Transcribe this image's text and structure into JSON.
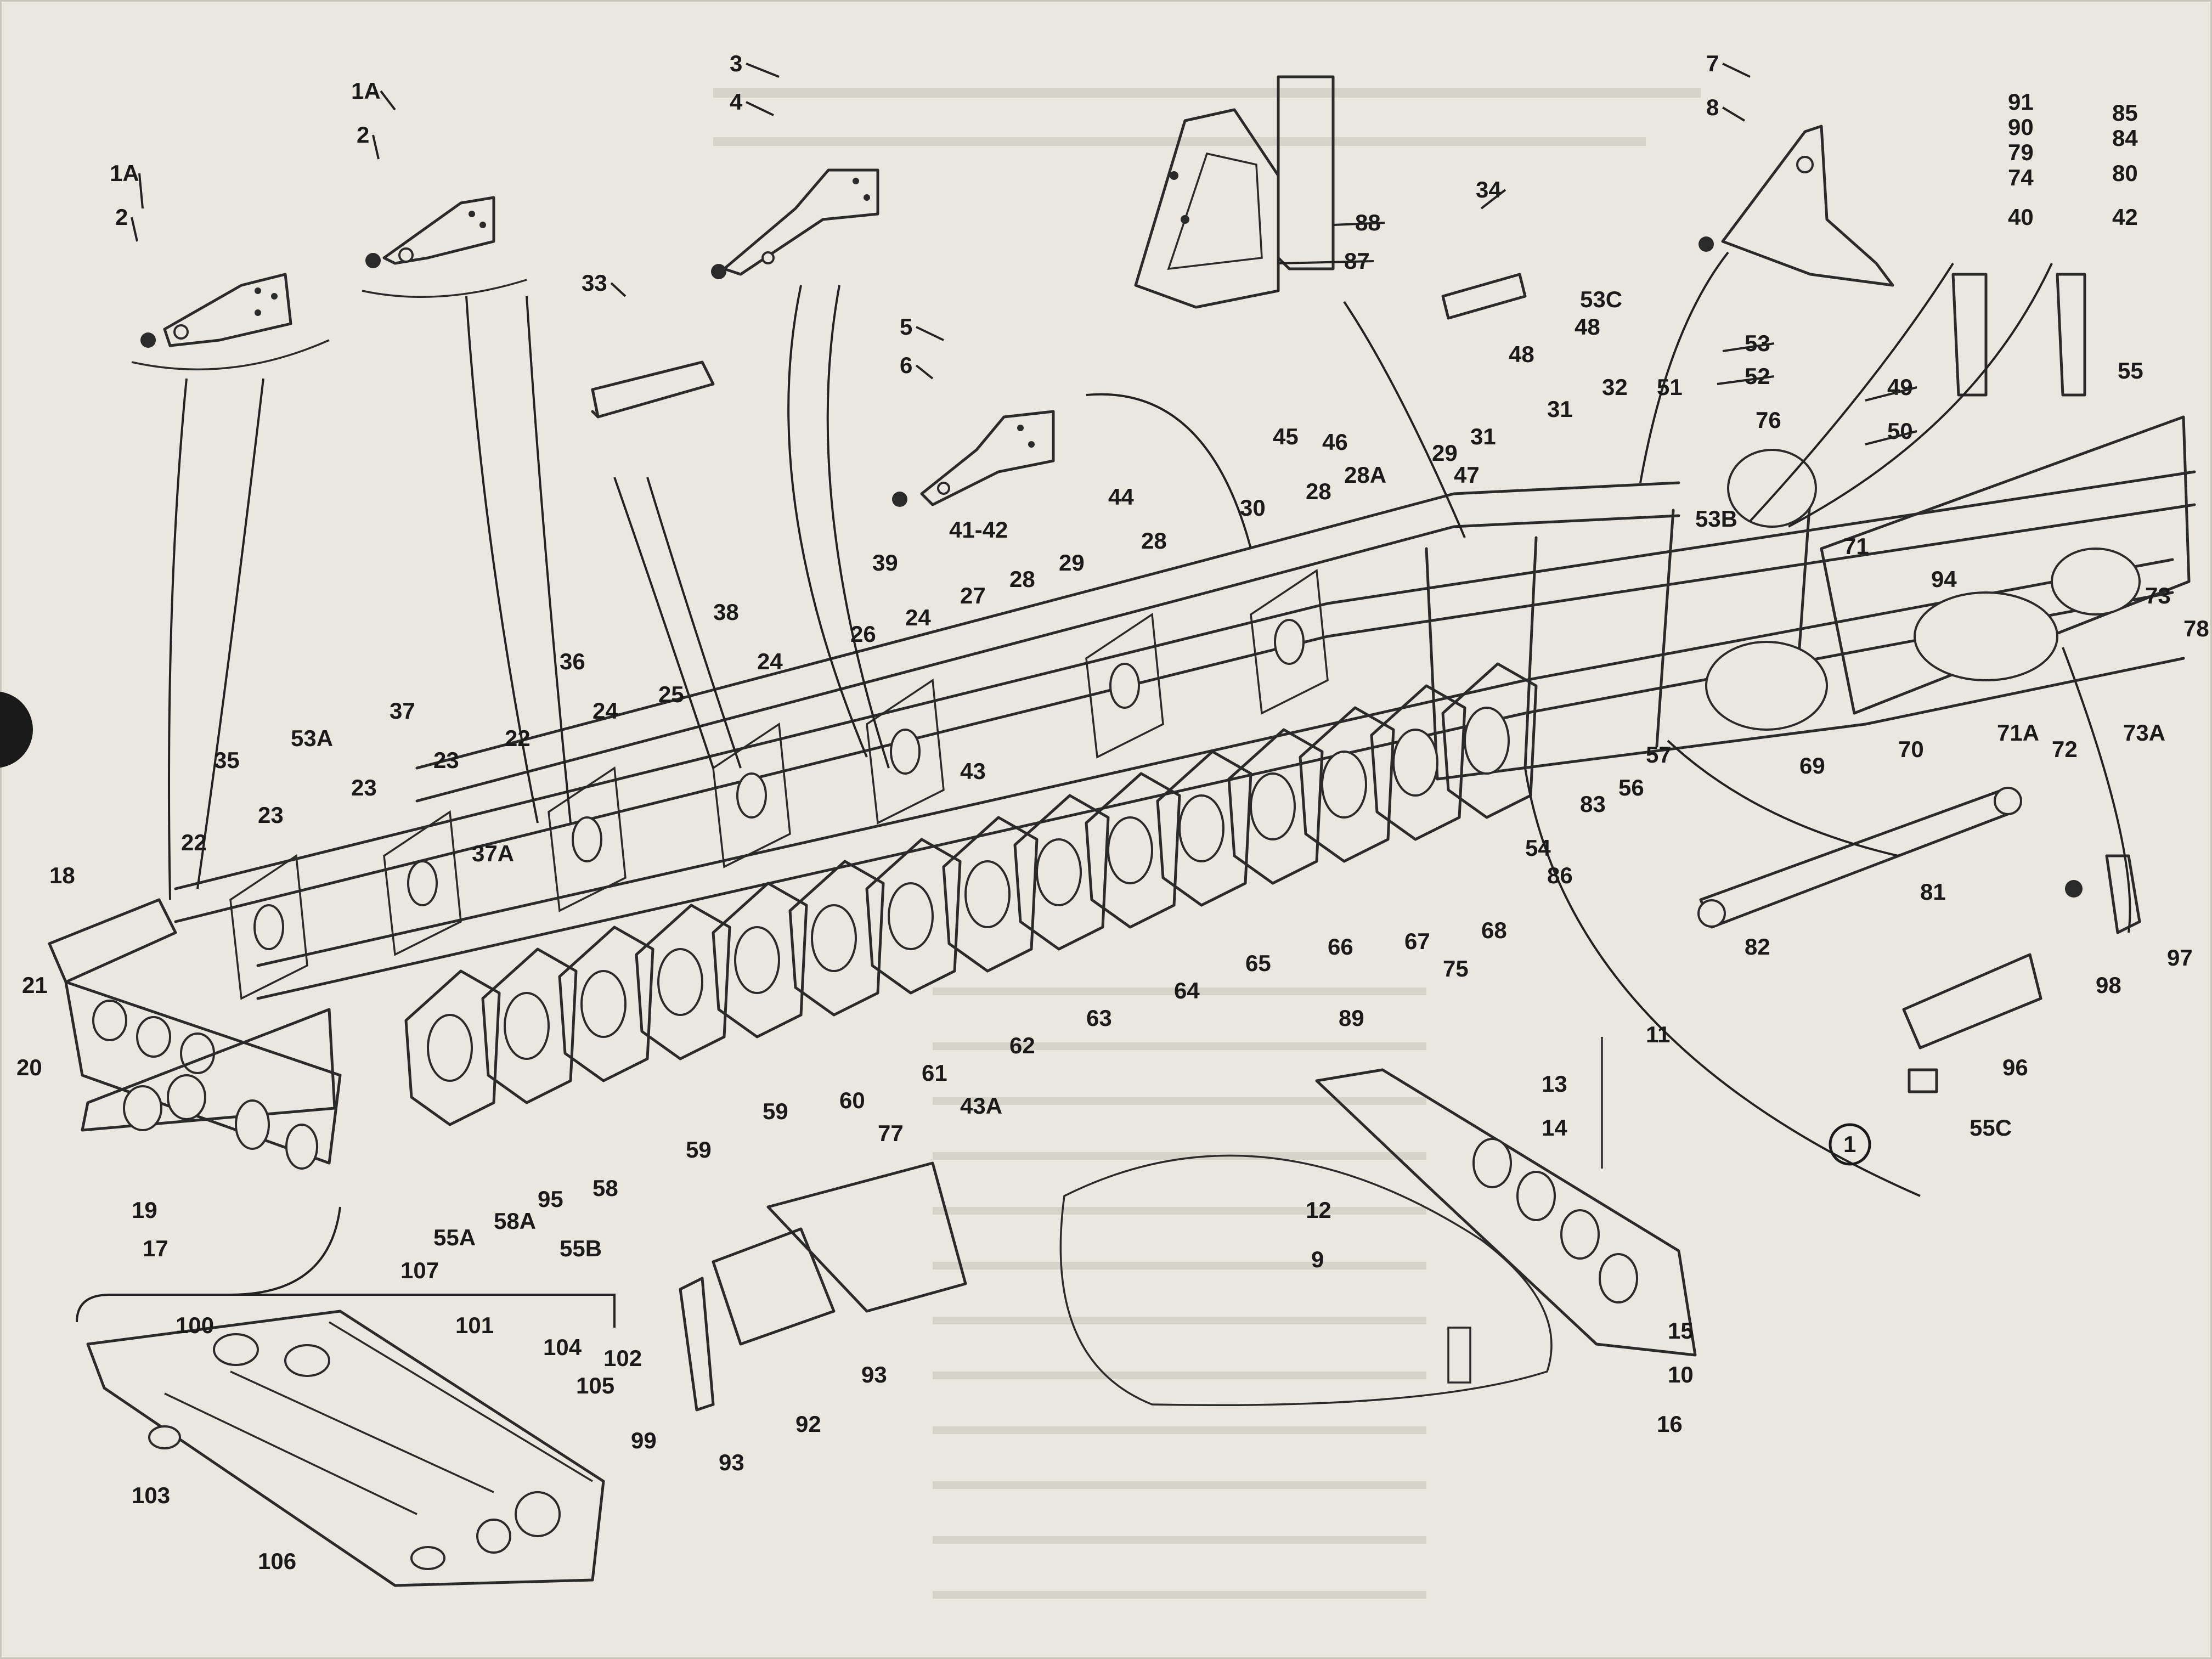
{
  "diagram": {
    "callouts": [
      {
        "id": "c-1A-a",
        "text": "1A"
      },
      {
        "id": "c-2-a",
        "text": "2"
      },
      {
        "id": "c-1A-b",
        "text": "1A"
      },
      {
        "id": "c-2-b",
        "text": "2"
      },
      {
        "id": "c-3",
        "text": "3"
      },
      {
        "id": "c-4",
        "text": "4"
      },
      {
        "id": "c-5",
        "text": "5"
      },
      {
        "id": "c-6",
        "text": "6"
      },
      {
        "id": "c-7",
        "text": "7"
      },
      {
        "id": "c-8",
        "text": "8"
      },
      {
        "id": "c-91",
        "text": "91"
      },
      {
        "id": "c-90",
        "text": "90"
      },
      {
        "id": "c-79",
        "text": "79"
      },
      {
        "id": "c-74",
        "text": "74"
      },
      {
        "id": "c-40",
        "text": "40"
      },
      {
        "id": "c-85",
        "text": "85"
      },
      {
        "id": "c-84",
        "text": "84"
      },
      {
        "id": "c-80",
        "text": "80"
      },
      {
        "id": "c-42",
        "text": "42"
      },
      {
        "id": "c-88",
        "text": "88"
      },
      {
        "id": "c-87",
        "text": "87"
      },
      {
        "id": "c-34",
        "text": "34"
      },
      {
        "id": "c-53C",
        "text": "53C"
      },
      {
        "id": "c-48a",
        "text": "48"
      },
      {
        "id": "c-48b",
        "text": "48"
      },
      {
        "id": "c-53",
        "text": "53"
      },
      {
        "id": "c-52",
        "text": "52"
      },
      {
        "id": "c-76",
        "text": "76"
      },
      {
        "id": "c-49",
        "text": "49"
      },
      {
        "id": "c-50",
        "text": "50"
      },
      {
        "id": "c-55",
        "text": "55"
      },
      {
        "id": "c-32",
        "text": "32"
      },
      {
        "id": "c-51",
        "text": "51"
      },
      {
        "id": "c-31a",
        "text": "31"
      },
      {
        "id": "c-31b",
        "text": "31"
      },
      {
        "id": "c-29a",
        "text": "29"
      },
      {
        "id": "c-47",
        "text": "47"
      },
      {
        "id": "c-28A",
        "text": "28A"
      },
      {
        "id": "c-28b",
        "text": "28"
      },
      {
        "id": "c-46",
        "text": "46"
      },
      {
        "id": "c-45",
        "text": "45"
      },
      {
        "id": "c-30",
        "text": "30"
      },
      {
        "id": "c-53B",
        "text": "53B"
      },
      {
        "id": "c-71",
        "text": "71"
      },
      {
        "id": "c-94",
        "text": "94"
      },
      {
        "id": "c-73",
        "text": "73"
      },
      {
        "id": "c-78",
        "text": "78"
      },
      {
        "id": "c-33",
        "text": "33"
      },
      {
        "id": "c-44",
        "text": "44"
      },
      {
        "id": "c-28a",
        "text": "28"
      },
      {
        "id": "c-41-42",
        "text": "41-42"
      },
      {
        "id": "c-29b",
        "text": "29"
      },
      {
        "id": "c-28c",
        "text": "28"
      },
      {
        "id": "c-39",
        "text": "39"
      },
      {
        "id": "c-27",
        "text": "27"
      },
      {
        "id": "c-24a",
        "text": "24"
      },
      {
        "id": "c-26",
        "text": "26"
      },
      {
        "id": "c-38",
        "text": "38"
      },
      {
        "id": "c-25",
        "text": "25"
      },
      {
        "id": "c-24b",
        "text": "24"
      },
      {
        "id": "c-36",
        "text": "36"
      },
      {
        "id": "c-24c",
        "text": "24"
      },
      {
        "id": "c-37",
        "text": "37"
      },
      {
        "id": "c-22a",
        "text": "22"
      },
      {
        "id": "c-23a",
        "text": "23"
      },
      {
        "id": "c-23b",
        "text": "23"
      },
      {
        "id": "c-23c",
        "text": "23"
      },
      {
        "id": "c-53A",
        "text": "53A"
      },
      {
        "id": "c-35",
        "text": "35"
      },
      {
        "id": "c-22b",
        "text": "22"
      },
      {
        "id": "c-37A",
        "text": "37A"
      },
      {
        "id": "c-43",
        "text": "43"
      },
      {
        "id": "c-18",
        "text": "18"
      },
      {
        "id": "c-21",
        "text": "21"
      },
      {
        "id": "c-20",
        "text": "20"
      },
      {
        "id": "c-19",
        "text": "19"
      },
      {
        "id": "c-17",
        "text": "17"
      },
      {
        "id": "c-55A",
        "text": "55A"
      },
      {
        "id": "c-58A",
        "text": "58A"
      },
      {
        "id": "c-95",
        "text": "95"
      },
      {
        "id": "c-58",
        "text": "58"
      },
      {
        "id": "c-59a",
        "text": "59"
      },
      {
        "id": "c-59b",
        "text": "59"
      },
      {
        "id": "c-60",
        "text": "60"
      },
      {
        "id": "c-77",
        "text": "77"
      },
      {
        "id": "c-61",
        "text": "61"
      },
      {
        "id": "c-43A",
        "text": "43A"
      },
      {
        "id": "c-62",
        "text": "62"
      },
      {
        "id": "c-63",
        "text": "63"
      },
      {
        "id": "c-64",
        "text": "64"
      },
      {
        "id": "c-65",
        "text": "65"
      },
      {
        "id": "c-66",
        "text": "66"
      },
      {
        "id": "c-67",
        "text": "67"
      },
      {
        "id": "c-68",
        "text": "68"
      },
      {
        "id": "c-75",
        "text": "75"
      },
      {
        "id": "c-89",
        "text": "89"
      },
      {
        "id": "c-83",
        "text": "83"
      },
      {
        "id": "c-54",
        "text": "54"
      },
      {
        "id": "c-56",
        "text": "56"
      },
      {
        "id": "c-57",
        "text": "57"
      },
      {
        "id": "c-86",
        "text": "86"
      },
      {
        "id": "c-69",
        "text": "69"
      },
      {
        "id": "c-70",
        "text": "70"
      },
      {
        "id": "c-71A",
        "text": "71A"
      },
      {
        "id": "c-72",
        "text": "72"
      },
      {
        "id": "c-73A",
        "text": "73A"
      },
      {
        "id": "c-81",
        "text": "81"
      },
      {
        "id": "c-82",
        "text": "82"
      },
      {
        "id": "c-97",
        "text": "97"
      },
      {
        "id": "c-98",
        "text": "98"
      },
      {
        "id": "c-96",
        "text": "96"
      },
      {
        "id": "c-55C",
        "text": "55C"
      },
      {
        "id": "c-11",
        "text": "11"
      },
      {
        "id": "c-13",
        "text": "13"
      },
      {
        "id": "c-14",
        "text": "14"
      },
      {
        "id": "c-12",
        "text": "12"
      },
      {
        "id": "c-9",
        "text": "9"
      },
      {
        "id": "c-10",
        "text": "10"
      },
      {
        "id": "c-16",
        "text": "16"
      },
      {
        "id": "c-15",
        "text": "15"
      },
      {
        "id": "c-1",
        "text": "1"
      },
      {
        "id": "c-107",
        "text": "107"
      },
      {
        "id": "c-55B",
        "text": "55B"
      },
      {
        "id": "c-93a",
        "text": "93"
      },
      {
        "id": "c-92",
        "text": "92"
      },
      {
        "id": "c-93b",
        "text": "93"
      },
      {
        "id": "c-100",
        "text": "100"
      },
      {
        "id": "c-101",
        "text": "101"
      },
      {
        "id": "c-104",
        "text": "104"
      },
      {
        "id": "c-102",
        "text": "102"
      },
      {
        "id": "c-105",
        "text": "105"
      },
      {
        "id": "c-99",
        "text": "99"
      },
      {
        "id": "c-103",
        "text": "103"
      },
      {
        "id": "c-106",
        "text": "106"
      }
    ]
  }
}
